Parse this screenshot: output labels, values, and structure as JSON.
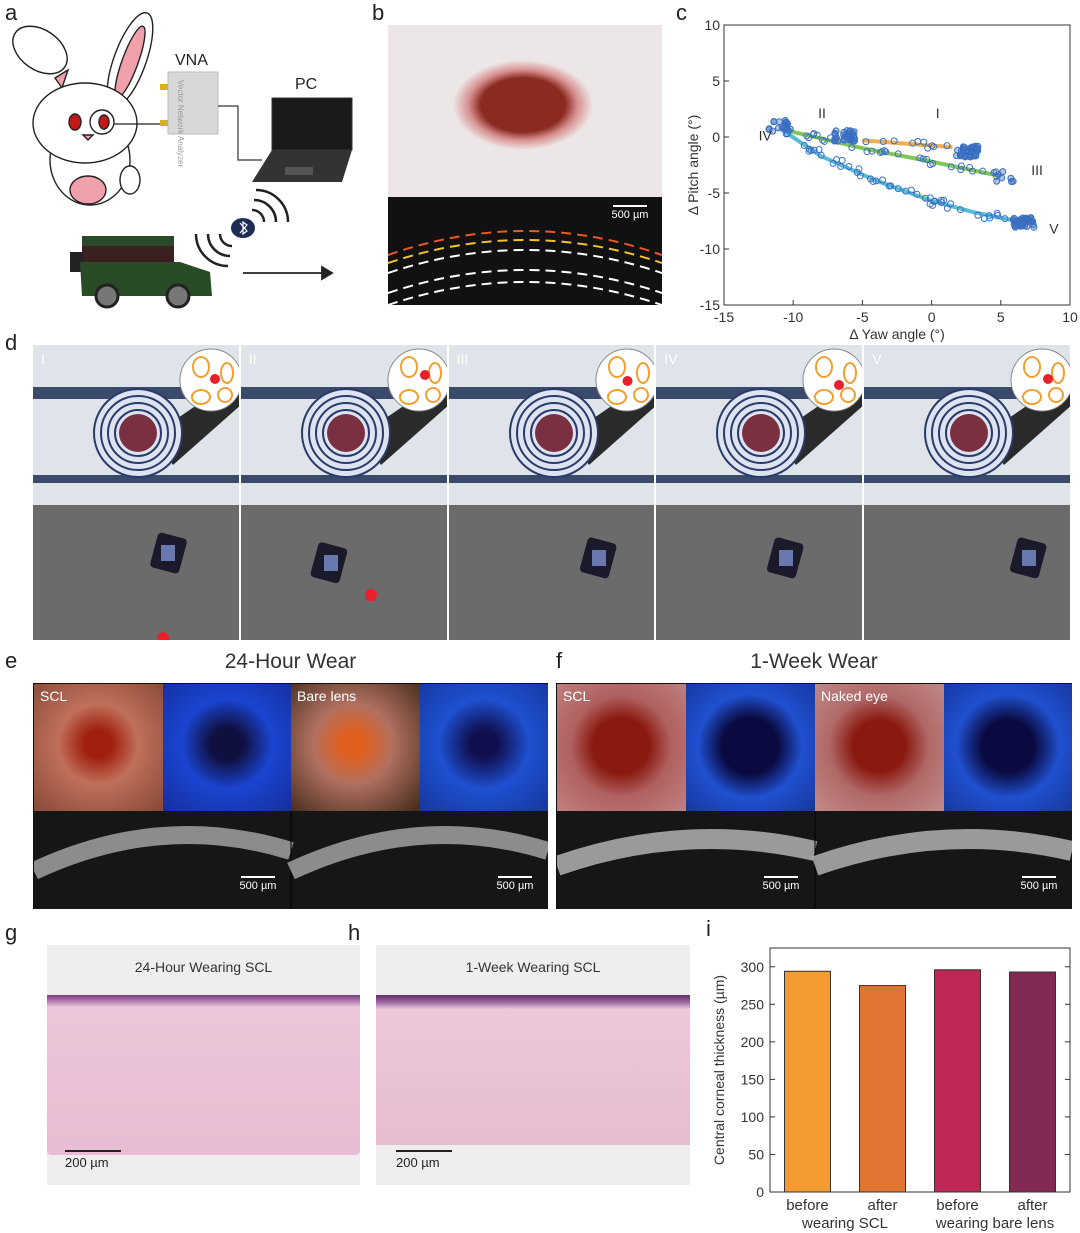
{
  "panel_labels": {
    "a": "a",
    "b": "b",
    "c": "c",
    "d": "d",
    "e": "e",
    "f": "f",
    "g": "g",
    "h": "h",
    "i": "i"
  },
  "panel_a": {
    "vna_label": "VNA",
    "vna_device_text": "Vector Network Analyzer",
    "pc_label": "PC",
    "bluetooth_icon": "bluetooth-icon"
  },
  "panel_b": {
    "scale_bar": "500 µm"
  },
  "panel_d": {
    "stages": [
      "I",
      "II",
      "III",
      "IV",
      "V"
    ]
  },
  "panel_e": {
    "title": "24-Hour Wear",
    "labels": [
      "SCL",
      "Bare lens"
    ],
    "scale_bars": [
      "500 µm",
      "500 µm"
    ]
  },
  "panel_f": {
    "title": "1-Week Wear",
    "labels": [
      "SCL",
      "Naked eye"
    ],
    "scale_bars": [
      "500 µm",
      "500 µm"
    ]
  },
  "panel_g": {
    "title": "24-Hour Wearing SCL",
    "scale_bar": "200 µm"
  },
  "panel_h": {
    "title": "1-Week Wearing SCL",
    "scale_bar": "200 µm"
  },
  "chart_data": [
    {
      "id": "c",
      "type": "scatter",
      "xlabel": "Δ Yaw angle (°)",
      "ylabel": "Δ Pitch angle (°)",
      "xlim": [
        -15,
        10
      ],
      "ylim": [
        -15,
        10
      ],
      "xticks": [
        -15,
        -10,
        -5,
        0,
        5,
        10
      ],
      "yticks": [
        -15,
        -10,
        -5,
        0,
        5,
        10
      ],
      "annotations": [
        {
          "text": "I",
          "x": 0.3,
          "y": 1.7
        },
        {
          "text": "II",
          "x": -8.2,
          "y": 1.7
        },
        {
          "text": "III",
          "x": 7.2,
          "y": -3.4
        },
        {
          "text": "IV",
          "x": -12.5,
          "y": -0.3
        },
        {
          "text": "V",
          "x": 8.5,
          "y": -8.6
        }
      ],
      "trajectories": [
        {
          "name": "I-II",
          "color": "#f0a030",
          "points": [
            [
              -5,
              -0.3
            ],
            [
              1.5,
              -0.9
            ]
          ]
        },
        {
          "name": "III-IV",
          "color": "#6bbd3a",
          "points": [
            [
              -10.5,
              0.6
            ],
            [
              -5,
              -1.0
            ],
            [
              0,
              -2.2
            ],
            [
              5,
              -3.5
            ]
          ]
        },
        {
          "name": "IV-V",
          "color": "#39b0d0",
          "points": [
            [
              -11,
              0.8
            ],
            [
              -8,
              -1.7
            ],
            [
              -4,
              -3.9
            ],
            [
              0,
              -5.7
            ],
            [
              3,
              -6.7
            ],
            [
              6.5,
              -7.6
            ]
          ]
        }
      ],
      "clusters": [
        {
          "name": "I",
          "x": 2.6,
          "y": -1.3,
          "n": 40
        },
        {
          "name": "II",
          "x": -6.3,
          "y": 0.1,
          "n": 35
        },
        {
          "name": "III",
          "x": 5.3,
          "y": -3.5,
          "n": 8
        },
        {
          "name": "IV",
          "x": -11,
          "y": 1.0,
          "n": 20
        },
        {
          "name": "V",
          "x": 6.6,
          "y": -7.6,
          "n": 40
        }
      ],
      "marker_color": "#3a6fc0"
    },
    {
      "id": "i",
      "type": "bar",
      "ylabel": "Central corneal thickness (µm)",
      "ylim": [
        0,
        325
      ],
      "yticks": [
        0,
        50,
        100,
        150,
        200,
        250,
        300
      ],
      "categories": [
        "before",
        "after",
        "before",
        "after"
      ],
      "groups": [
        "wearing SCL",
        "wearing bare lens"
      ],
      "values": [
        294,
        275,
        296,
        293
      ],
      "colors": [
        "#f39a30",
        "#e07532",
        "#bf2855",
        "#822a54"
      ]
    }
  ]
}
